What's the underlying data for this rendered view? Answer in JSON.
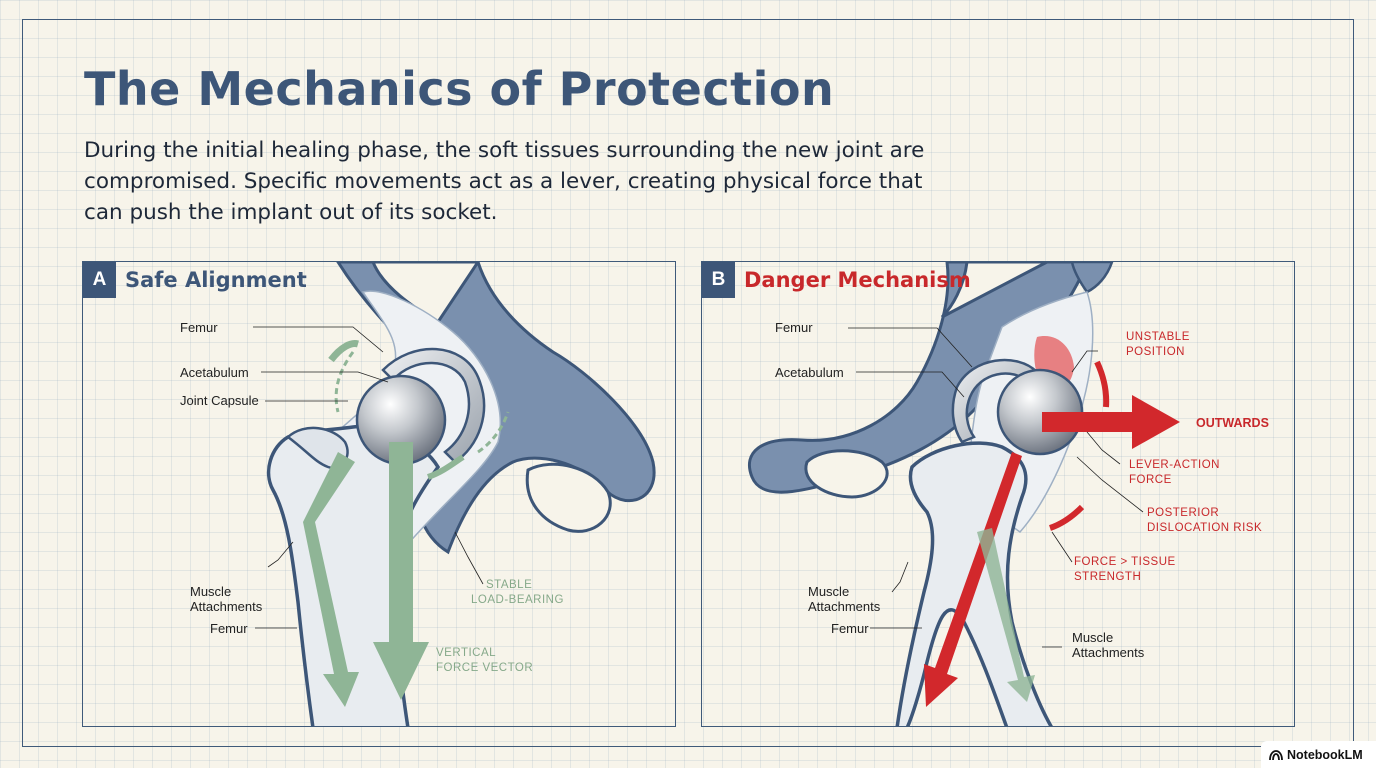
{
  "header": {
    "title": "The Mechanics of Protection",
    "description": "During the initial healing phase, the soft tissues surrounding the new joint are compromised. Specific movements act as a lever, creating physical force that can push the implant out of its socket."
  },
  "panel_a": {
    "badge": "A",
    "title": "Safe Alignment",
    "labels": {
      "femur_top": "Femur",
      "acetabulum": "Acetabulum",
      "joint_capsule": "Joint Capsule",
      "muscle_1": "Muscle",
      "muscle_2": "Attachments",
      "femur_bottom": "Femur",
      "stable_1": "STABLE",
      "stable_2": "LOAD-BEARING",
      "vertical_1": "VERTICAL",
      "vertical_2": "FORCE VECTOR"
    }
  },
  "panel_b": {
    "badge": "B",
    "title": "Danger Mechanism",
    "labels": {
      "femur_top": "Femur",
      "acetabulum": "Acetabulum",
      "muscle_left_1": "Muscle",
      "muscle_left_2": "Attachments",
      "femur_bottom": "Femur",
      "muscle_right_1": "Muscle",
      "muscle_right_2": "Attachments",
      "unstable_1": "UNSTABLE",
      "unstable_2": "POSITION",
      "outwards": "OUTWARDS",
      "lever_1": "LEVER-ACTION",
      "lever_2": "FORCE",
      "posterior_1": "POSTERIOR",
      "posterior_2": "DISLOCATION RISK",
      "force_1": "FORCE > TISSUE",
      "force_2": "STRENGTH"
    }
  },
  "colors": {
    "navy": "#3d5678",
    "pelvis": "#7a90ae",
    "bone": "#e8ecf0",
    "green": "#8fb596",
    "red": "#d2282c"
  },
  "icons": [
    "notebooklm-logo-icon"
  ],
  "brand": "NotebookLM"
}
